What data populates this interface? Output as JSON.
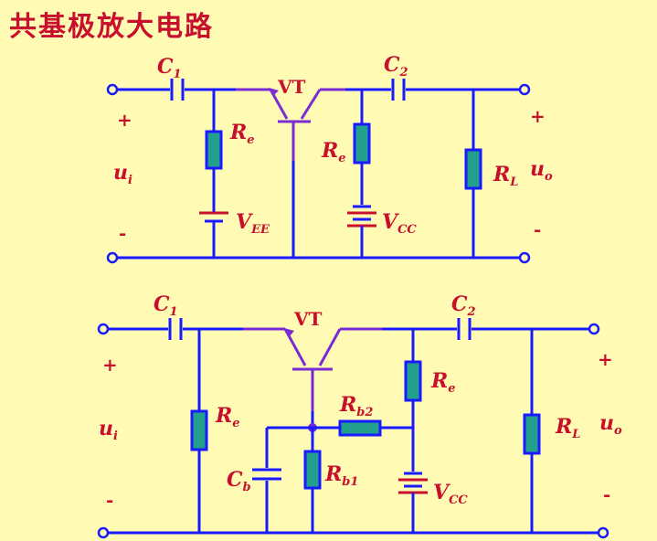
{
  "title": "共基极放大电路",
  "colors": {
    "background": "#fffbb4",
    "title": "#c8102e",
    "label": "#c8102e",
    "wire": "#1a1aff",
    "transistor": "#7a2bd6",
    "resistor_fill": "#22a08c"
  },
  "circuit_top": {
    "labels": {
      "c1": {
        "main": "C",
        "sub": "1"
      },
      "c2": {
        "main": "C",
        "sub": "2"
      },
      "vt": "VT",
      "re_left": {
        "main": "R",
        "sub": "e"
      },
      "re_right": {
        "main": "R",
        "sub": "e"
      },
      "rl": {
        "main": "R",
        "sub": "L"
      },
      "ui": {
        "main": "u",
        "sub": "i"
      },
      "uo": {
        "main": "u",
        "sub": "o"
      },
      "vee": {
        "main": "V",
        "sub": "EE"
      },
      "vcc": {
        "main": "V",
        "sub": "CC"
      },
      "plus_in": "+",
      "minus_in": "-",
      "plus_out": "+",
      "minus_out": "-"
    }
  },
  "circuit_bottom": {
    "labels": {
      "c1": {
        "main": "C",
        "sub": "1"
      },
      "c2": {
        "main": "C",
        "sub": "2"
      },
      "vt": "VT",
      "re_left": {
        "main": "R",
        "sub": "e"
      },
      "re_right": {
        "main": "R",
        "sub": "e"
      },
      "rb2": {
        "main": "R",
        "sub": "b2"
      },
      "rb1": {
        "main": "R",
        "sub": "b1"
      },
      "cb": {
        "main": "C",
        "sub": "b"
      },
      "rl": {
        "main": "R",
        "sub": "L"
      },
      "ui": {
        "main": "u",
        "sub": "i"
      },
      "uo": {
        "main": "u",
        "sub": "o"
      },
      "vcc": {
        "main": "V",
        "sub": "CC"
      },
      "plus_in": "+",
      "minus_in": "-",
      "plus_out": "+",
      "minus_out": "-"
    }
  }
}
